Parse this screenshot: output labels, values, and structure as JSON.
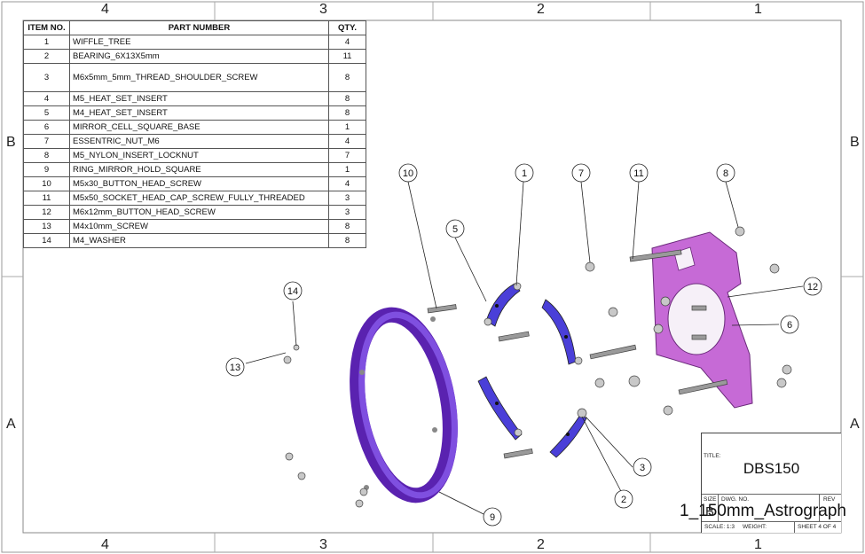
{
  "zones": {
    "columns": [
      "4",
      "3",
      "2",
      "1"
    ],
    "rows": [
      "B",
      "A"
    ]
  },
  "bom": {
    "headers": {
      "item": "ITEM NO.",
      "part": "PART NUMBER",
      "qty": "QTY."
    },
    "rows": [
      {
        "item": "1",
        "part": "WIFFLE_TREE",
        "qty": "4"
      },
      {
        "item": "2",
        "part": "BEARING_6X13X5mm",
        "qty": "11"
      },
      {
        "item": "3",
        "part": "M6x5mm_5mm_THREAD_SHOULDER_SCREW",
        "qty": "8"
      },
      {
        "item": "4",
        "part": "M5_HEAT_SET_INSERT",
        "qty": "8"
      },
      {
        "item": "5",
        "part": "M4_HEAT_SET_INSERT",
        "qty": "8"
      },
      {
        "item": "6",
        "part": "MIRROR_CELL_SQUARE_BASE",
        "qty": "1"
      },
      {
        "item": "7",
        "part": "ESSENTRIC_NUT_M6",
        "qty": "4"
      },
      {
        "item": "8",
        "part": "M5_NYLON_INSERT_LOCKNUT",
        "qty": "7"
      },
      {
        "item": "9",
        "part": "RING_MIRROR_HOLD_SQUARE",
        "qty": "1"
      },
      {
        "item": "10",
        "part": "M5x30_BUTTON_HEAD_SCREW",
        "qty": "4"
      },
      {
        "item": "11",
        "part": "M5x50_SOCKET_HEAD_CAP_SCREW_FULLY_THREADED",
        "qty": "3"
      },
      {
        "item": "12",
        "part": "M6x12mm_BUTTON_HEAD_SCREW",
        "qty": "3"
      },
      {
        "item": "13",
        "part": "M4x10mm_SCREW",
        "qty": "8"
      },
      {
        "item": "14",
        "part": "M4_WASHER",
        "qty": "8"
      }
    ]
  },
  "balloons": [
    "1",
    "2",
    "3",
    "5",
    "6",
    "7",
    "8",
    "9",
    "10",
    "11",
    "12",
    "13",
    "14"
  ],
  "title_block": {
    "title_label": "TITLE:",
    "title": "DBS150",
    "size_label": "SIZE",
    "dwg_label": "DWG.  NO.",
    "rev_label": "REV",
    "size_value": "B",
    "drawing_number": "1_150mm_Astrograph",
    "scale": "SCALE: 1:3",
    "weight": "WEIGHT:",
    "sheet": "SHEET 4 OF 4"
  },
  "colors": {
    "ring": "#6a2fc4",
    "wiffle": "#4a3fd8",
    "base": "#c66ad6",
    "hardware": "#9a9a9a"
  }
}
